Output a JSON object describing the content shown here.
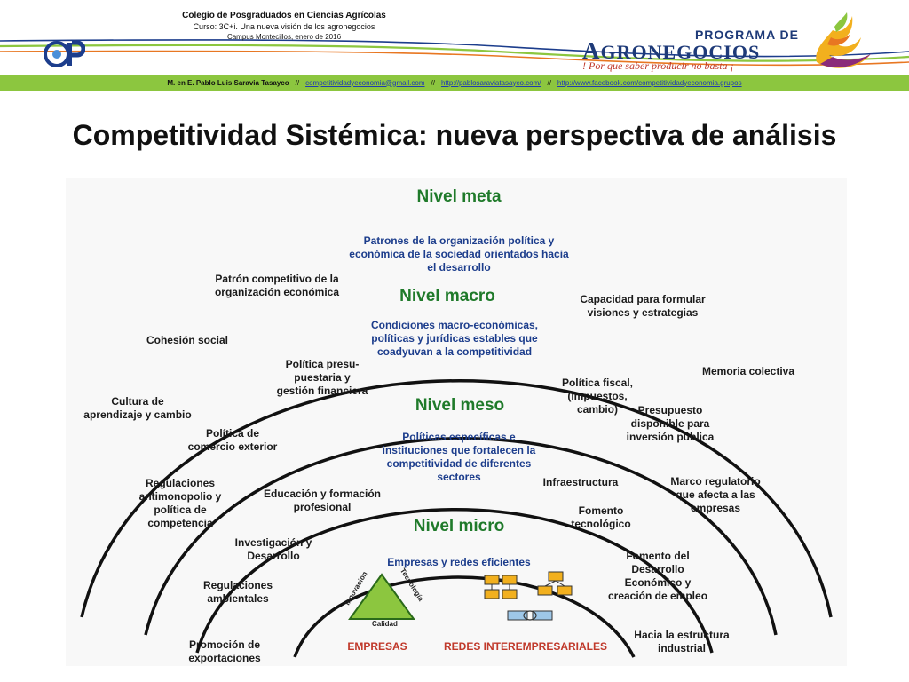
{
  "header": {
    "institution": "Colegio de Posgraduados en Ciencias Agrícolas",
    "course": "Curso: 3C+i. Una nueva visión de los agronegocios",
    "campus": "Campus Montecillos, enero de 2016",
    "cp_logo": "CP",
    "program_line1": "PROGRAMA DE",
    "program_big_a": "A",
    "program_gro": "GRO",
    "program_negocios": "NEGOCIOS",
    "program_slogan": "! Por que saber producir no basta ¡"
  },
  "infobar": {
    "author": "M. en E. Pablo Luis Saravia Tasayco",
    "sep1": "//",
    "email": "competitividadyeconomia@gmail.com",
    "sep2": "//",
    "site": "http://pablosaraviatasayco.com/",
    "sep3": "//",
    "facebook": "http://www.facebook.com/competitividadyeconomia.grupos"
  },
  "title": "Competitividad Sistémica: nueva perspectiva de análisis",
  "diagram": {
    "levels": {
      "meta": "Nivel meta",
      "macro": "Nivel macro",
      "meso": "Nivel meso",
      "micro": "Nivel micro"
    },
    "captions": {
      "meta": "Patrones de la organización política y\neconómica de la sociedad orientados hacia\nel desarrollo",
      "macro": "Condiciones macro-económicas,\npolíticas y jurídicas estables que\ncoadyuvan a la competitividad",
      "meso": "Políticas específicas e\ninstituciones que fortalecen la\ncompetitividad de diferentes\nsectores",
      "micro": "Empresas y redes eficientes"
    },
    "meta_items": {
      "patron": "Patrón competitivo de la\norganización económica",
      "capacidad": "Capacidad para formular\nvisiones y estrategias",
      "cohesion": "Cohesión social",
      "memoria": "Memoria colectiva",
      "cultura": "Cultura  de\naprendizaje y cambio"
    },
    "macro_items": {
      "presupuestaria": "Política presu-\npuestaria y\ngestión financiera",
      "fiscal": "Política fiscal,\n(impuestos,\ncambio)",
      "presupuesto": "Presupuesto\ndisponible para\ninversión pública",
      "comercio": "Política de\ncomercio exterior",
      "marco": "Marco regulatorio\nque afecta a las\nempresas",
      "regulaciones": "Regulaciones\nantimonopolio y\npolítica de\ncompetencia"
    },
    "meso_items": {
      "educacion": "Educación y formación\nprofesional",
      "infraestructura": "Infraestructura",
      "fomento_tec": "Fomento\ntecnológico",
      "investigacion": "Investigación y\nDesarrollo",
      "fomento_des": "Fomento del\nDesarrollo\nEconómico y\ncreación de empleo",
      "ambientales": "Regulaciones\nambientales",
      "promocion": "Promoción de\nexportaciones",
      "estructura": "Hacia la estructura\nindustrial"
    },
    "micro_items": {
      "innovacion": "Innovación",
      "tecnologia": "Tecnología",
      "calidad": "Calidad",
      "empresas": "EMPRESAS",
      "redes": "REDES INTEREMPRESARIALES"
    }
  }
}
